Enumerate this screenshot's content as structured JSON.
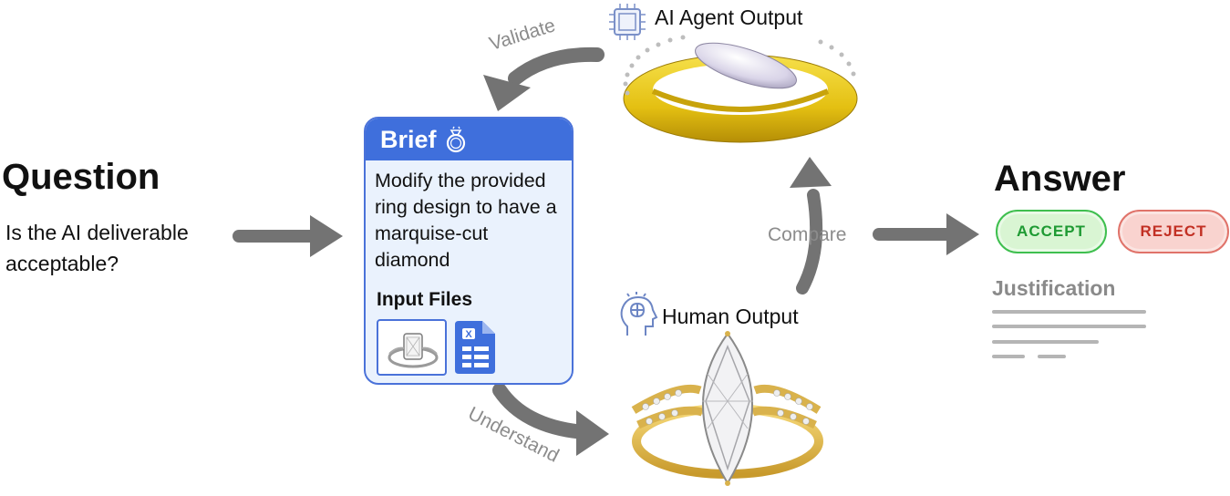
{
  "question": {
    "title": "Question",
    "text": "Is the AI deliverable acceptable?"
  },
  "brief": {
    "title": "Brief",
    "body": "Modify the provided ring design to have a marquise-cut diamond",
    "input_files_label": "Input Files",
    "files": [
      {
        "type": "image",
        "icon": "ring-thumbnail-icon"
      },
      {
        "type": "spreadsheet",
        "icon": "spreadsheet-file-icon",
        "glyph": "X"
      }
    ]
  },
  "agent_output": {
    "label": "AI Agent Output",
    "icon": "chip-icon"
  },
  "human_output": {
    "label": "Human Output",
    "icon": "brain-head-icon"
  },
  "arrows": {
    "validate": "Validate",
    "understand": "Understand",
    "compare": "Compare"
  },
  "answer": {
    "title": "Answer",
    "accept": "ACCEPT",
    "reject": "REJECT",
    "justification": "Justification"
  },
  "colors": {
    "brief_header": "#3f6fdc",
    "brief_bg": "#eaf2fd",
    "arrow": "#737373",
    "accept": "#1e9a33",
    "reject": "#c23024"
  }
}
